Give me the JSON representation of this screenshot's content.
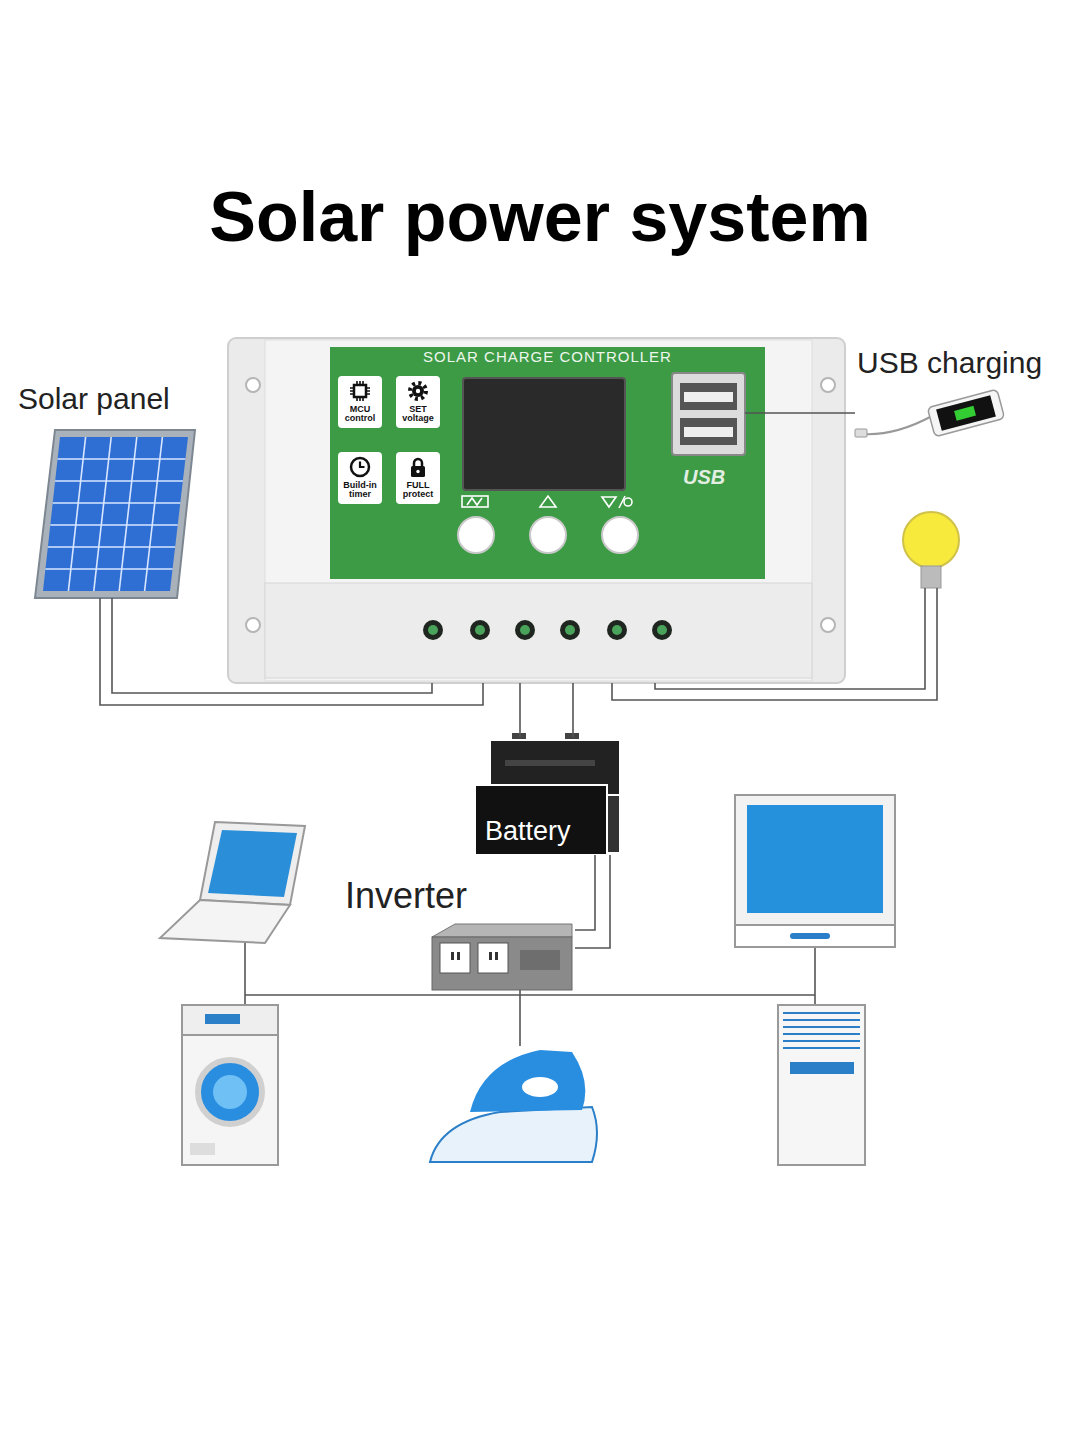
{
  "diagram": {
    "title": "Solar power system",
    "nodes": [
      {
        "text": [
          "Solar panel"
        ]
      },
      {
        "text": [
          "SOLAR CHARGE CONTROLLER"
        ]
      },
      {
        "text": [
          "MCU control"
        ],
        "in": 1
      },
      {
        "text": [
          "SET voltage"
        ],
        "in": 1
      },
      {
        "text": [
          "Build-in timer"
        ],
        "in": 1
      },
      {
        "text": [
          "FULL protect"
        ],
        "in": 1
      },
      {
        "text": [
          "USB charging"
        ]
      },
      {
        "text": [
          "Battery"
        ]
      },
      {
        "text": [
          "Inverter"
        ]
      }
    ],
    "edges": [
      {
        "from": 0,
        "to": 1,
        "arrow": "none"
      },
      {
        "from": 1,
        "to": 6,
        "arrow": "none"
      },
      {
        "from": 1,
        "to": 7,
        "arrow": "none"
      },
      {
        "from": 7,
        "to": 8,
        "arrow": "none"
      }
    ],
    "labels": [
      "USB"
    ]
  }
}
